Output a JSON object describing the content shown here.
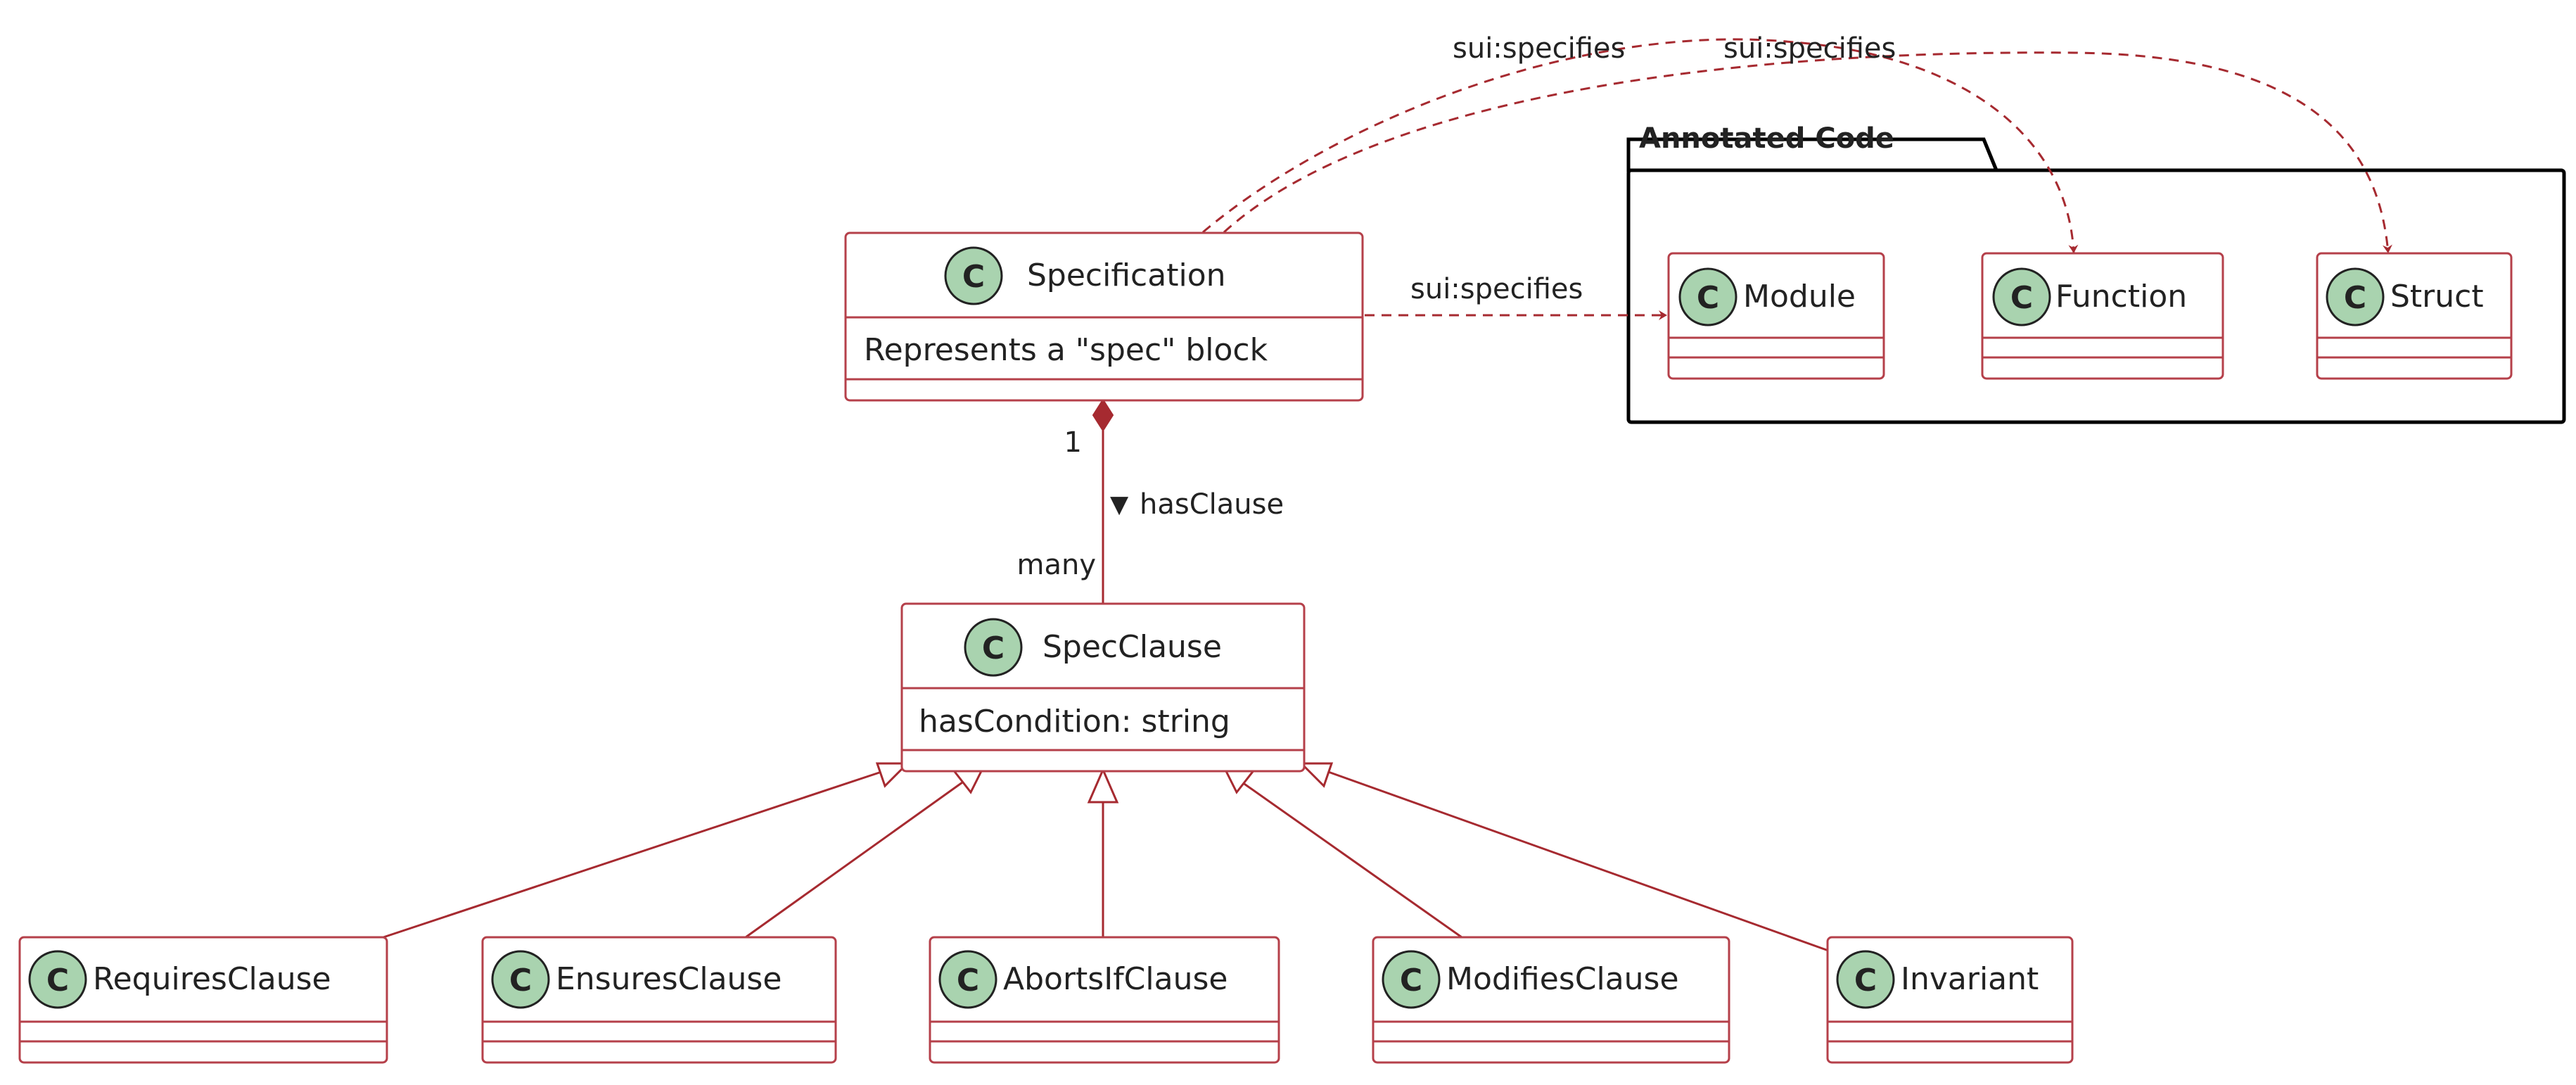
{
  "colors": {
    "class_border": "#B5404A",
    "class_fill": "#FFFFFF",
    "circle_fill": "#A9D3AF",
    "edge": "#A62A30",
    "package_border": "#000000",
    "text": "#222222"
  },
  "package": {
    "title": "Annotated Code"
  },
  "classes": {
    "specification": {
      "name": "Specification",
      "attribute": "Represents a \"spec\" block",
      "stereotype_letter": "C"
    },
    "specclause": {
      "name": "SpecClause",
      "attribute": "hasCondition: string",
      "stereotype_letter": "C"
    },
    "module": {
      "name": "Module",
      "stereotype_letter": "C"
    },
    "function": {
      "name": "Function",
      "stereotype_letter": "C"
    },
    "struct": {
      "name": "Struct",
      "stereotype_letter": "C"
    },
    "requires": {
      "name": "RequiresClause",
      "stereotype_letter": "C"
    },
    "ensures": {
      "name": "EnsuresClause",
      "stereotype_letter": "C"
    },
    "abortsif": {
      "name": "AbortsIfClause",
      "stereotype_letter": "C"
    },
    "modifies": {
      "name": "ModifiesClause",
      "stereotype_letter": "C"
    },
    "invariant": {
      "name": "Invariant",
      "stereotype_letter": "C"
    }
  },
  "edges": {
    "specifies_module": {
      "label": "sui:specifies"
    },
    "specifies_function": {
      "label": "sui:specifies"
    },
    "specifies_struct": {
      "label": "sui:specifies"
    },
    "has_clause": {
      "label": "hasClause",
      "direction_glyph": "▼",
      "source_multiplicity": "1",
      "target_multiplicity": "many"
    }
  }
}
